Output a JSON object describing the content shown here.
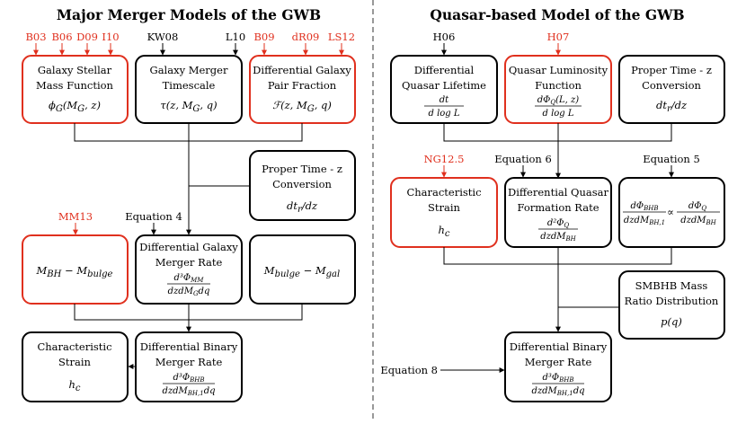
{
  "left": {
    "title": "Major Merger Models of the GWB",
    "refs_a": [
      "B03",
      "B06",
      "D09",
      "I10"
    ],
    "refs_b": [
      "KW08",
      "L10"
    ],
    "refs_c": [
      "B09",
      "dR09",
      "LS12"
    ],
    "ref_mm13": "MM13",
    "eq4": "Equation 4",
    "boxes": {
      "stellar": [
        "Galaxy Stellar",
        "Mass Function",
        "ϕ",
        "G",
        "(M",
        "G",
        ", z)"
      ],
      "timescale": [
        "Galaxy Merger",
        "Timescale",
        "τ(z, M",
        "G",
        ", q)"
      ],
      "pair": [
        "Differential Galaxy",
        "Pair Fraction",
        "ℱ(z, M",
        "G",
        ", q)"
      ],
      "proper": [
        "Proper Time - z",
        "Conversion",
        "dt",
        "r",
        "/dz"
      ],
      "mbh": [
        "M",
        "BH",
        " − M",
        "bulge"
      ],
      "dgmr": [
        "Differential Galaxy",
        "Merger Rate",
        "d³Φ",
        "MM",
        "dzdM",
        "G",
        "dq"
      ],
      "mbulge": [
        "M",
        "bulge",
        " − M",
        "gal"
      ],
      "strain": [
        "Characteristic",
        "Strain",
        "h",
        "c"
      ],
      "dbmr": [
        "Differential Binary",
        "Merger Rate",
        "d³Φ",
        "BHB",
        "dzdM",
        "BH,1",
        "dq"
      ]
    }
  },
  "right": {
    "title": "Quasar-based Model of the GWB",
    "ref_h06": "H06",
    "ref_h07": "H07",
    "ref_ng": "NG12.5",
    "eq6": "Equation 6",
    "eq5": "Equation 5",
    "eq8": "Equation 8",
    "boxes": {
      "lifetime": [
        "Differential",
        "Quasar Lifetime",
        "dt",
        "d log L"
      ],
      "qlf": [
        "Quasar Luminosity",
        "Function",
        "dΦ",
        "Q",
        "(L, z)",
        "d log L"
      ],
      "proper": [
        "Proper Time - z",
        "Conversion",
        "dt",
        "r",
        "/dz"
      ],
      "strain": [
        "Characteristic",
        "Strain",
        "h",
        "c"
      ],
      "dqfr": [
        "Differential Quasar",
        "Formation Rate",
        "d²Φ",
        "Q",
        "dzdM",
        "BH"
      ],
      "prop": [
        "dΦ",
        "BHB",
        "dzdM",
        "BH,1",
        "∝",
        "dΦ",
        "Q",
        "dzdM",
        "BH"
      ],
      "ratio": [
        "SMBHB Mass",
        "Ratio Distribution",
        "p(q)"
      ],
      "dbmr": [
        "Differential Binary",
        "Merger Rate",
        "d³Φ",
        "BHB",
        "dzdM",
        "BH,1",
        "dq"
      ]
    }
  }
}
